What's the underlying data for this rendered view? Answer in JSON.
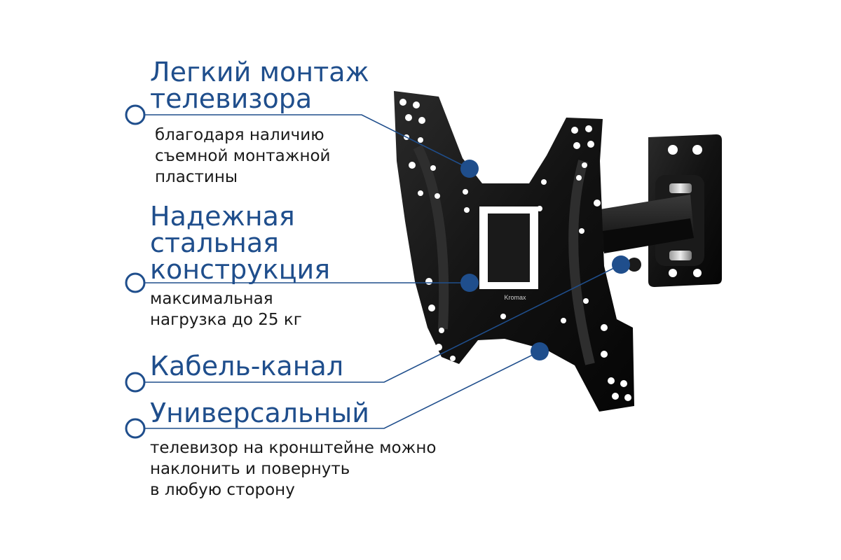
{
  "features": [
    {
      "title": "Легкий монтаж\nтелевизора",
      "description": "благодаря наличию\nсъемной монтажной\nпластины"
    },
    {
      "title": "Надежная\nстальная\nконструкция",
      "description": "максимальная\nнагрузка до 25 кг"
    },
    {
      "title": "Кабель-канал",
      "description": ""
    },
    {
      "title": "Универсальный",
      "description": "телевизор на кронштейне можно\nнаклонить и повернуть\nв любую сторону"
    }
  ],
  "product": {
    "brand_mark": "Kromax"
  },
  "colors": {
    "accent": "#1f4e8c",
    "bracket": "#111111",
    "text": "#1a1a1a"
  }
}
